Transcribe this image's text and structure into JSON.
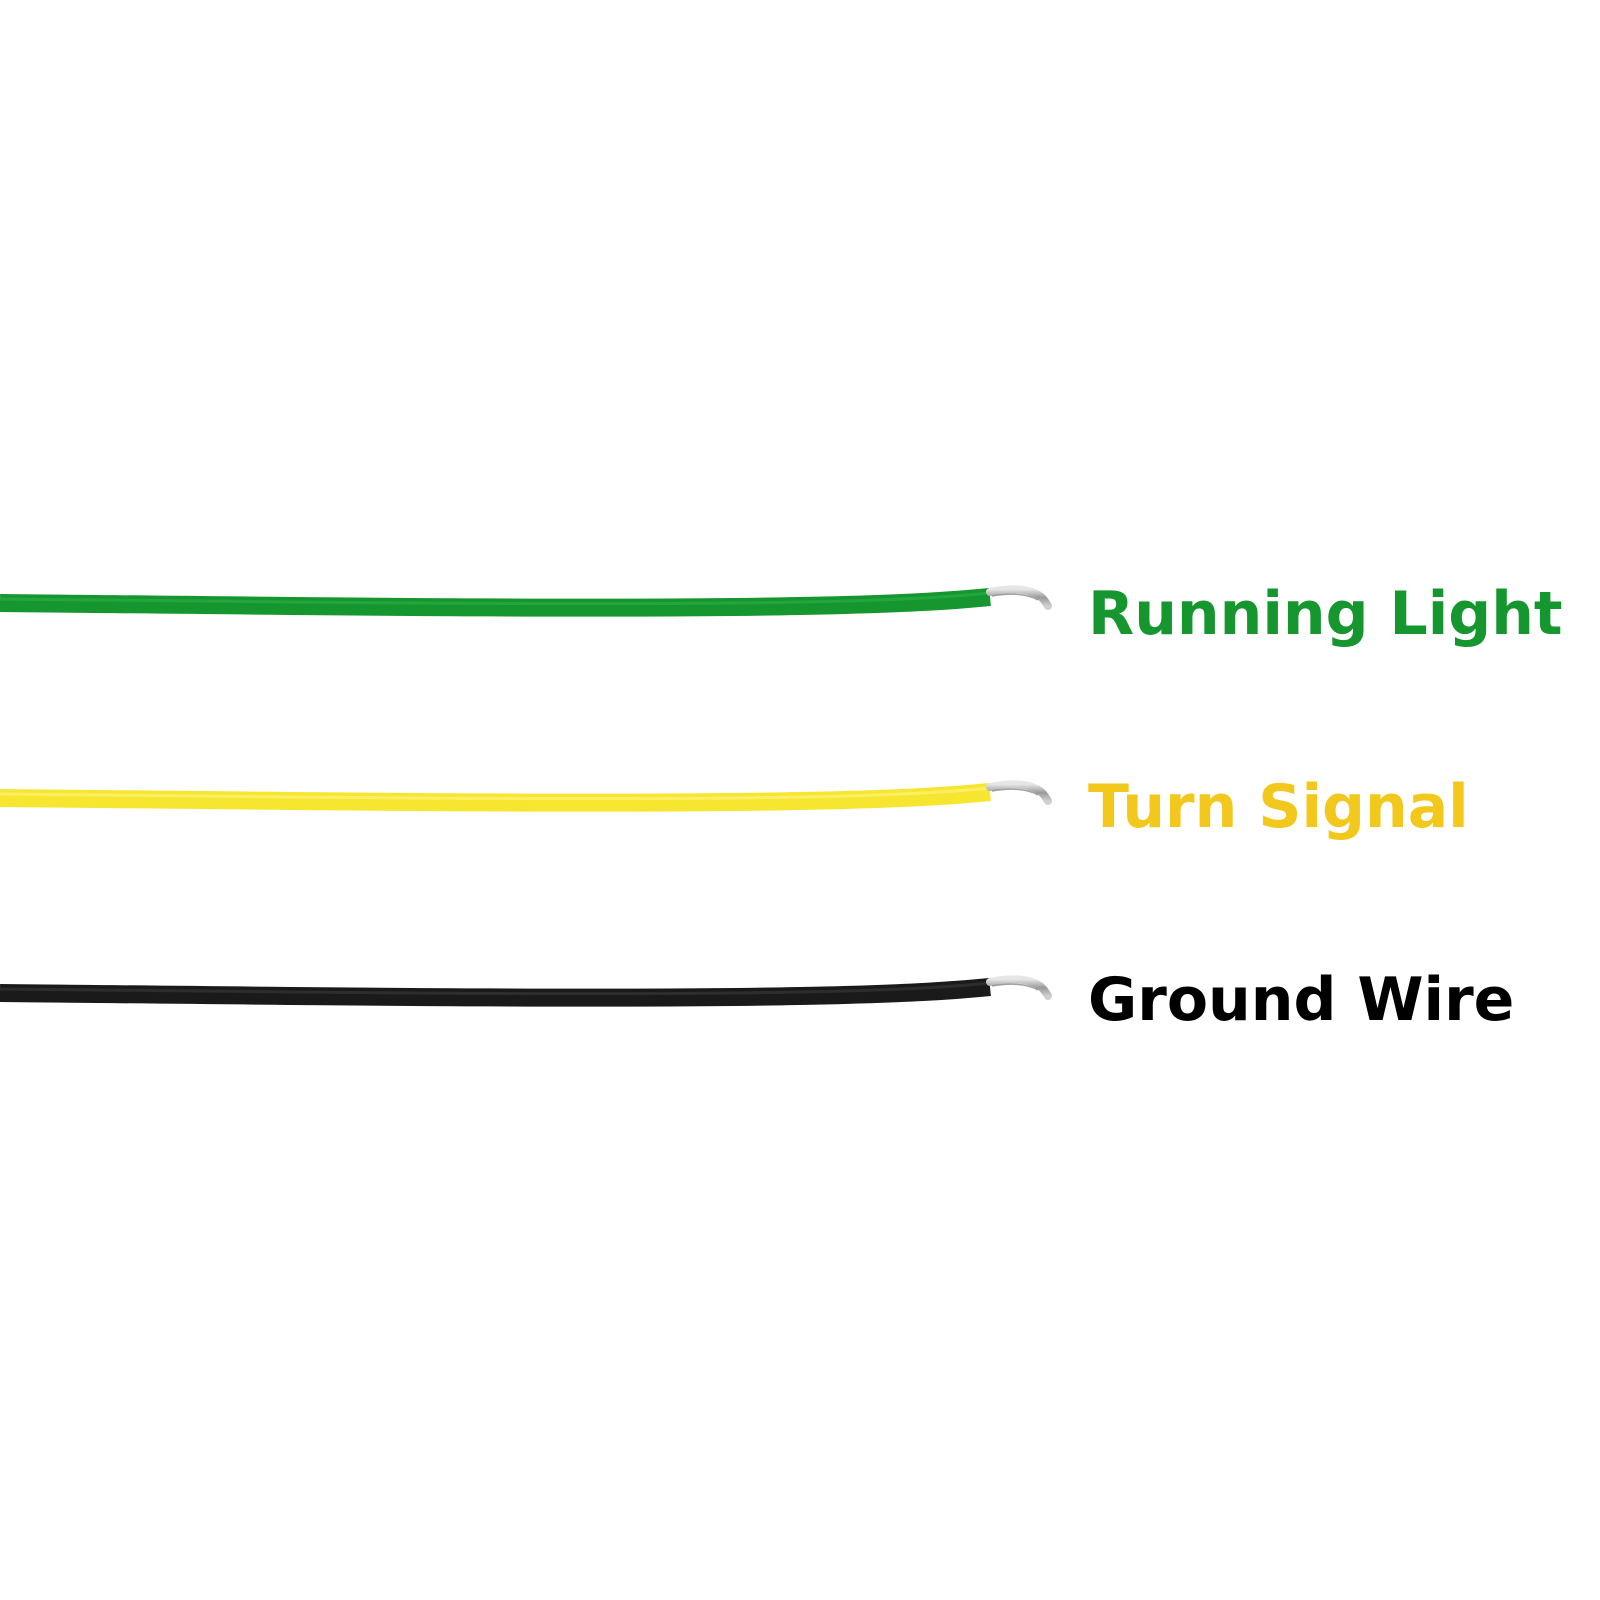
{
  "wires": [
    {
      "id": "running-light",
      "label": "Running Light",
      "color": "#16962f"
    },
    {
      "id": "turn-signal",
      "label": "Turn Signal",
      "color": "#f3c81d",
      "wire_color": "#f7e630"
    },
    {
      "id": "ground-wire",
      "label": "Ground Wire",
      "color": "#000000",
      "wire_color": "#1a1a1a"
    }
  ],
  "colors": {
    "background": "#ffffff",
    "strand": "#b8b8b8"
  }
}
